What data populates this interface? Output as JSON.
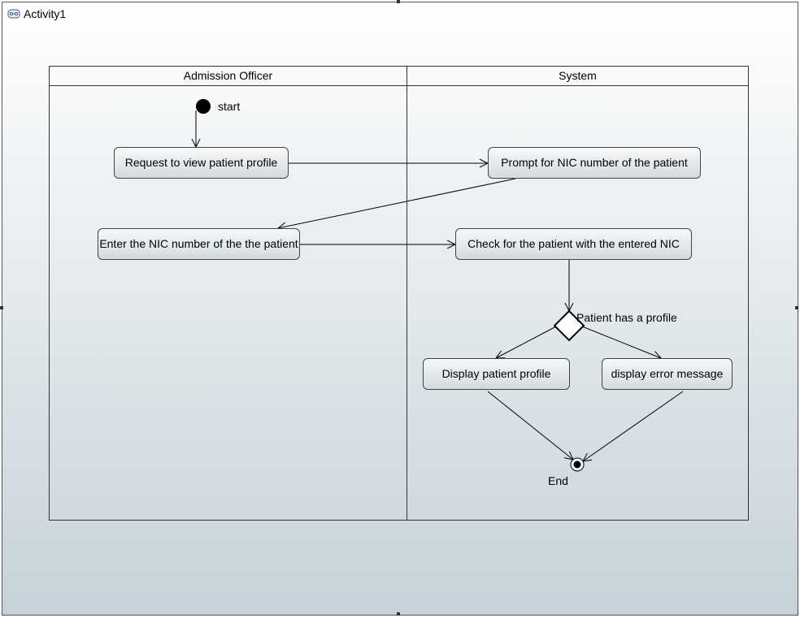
{
  "window": {
    "title": "Activity1",
    "icon": "activity-diagram-icon"
  },
  "lanes": {
    "left": "Admission Officer",
    "right": "System"
  },
  "nodes": {
    "start": "start",
    "request_profile": "Request to view patient profile",
    "prompt_nic": "Prompt for NIC number of the patient",
    "enter_nic": "Enter the NIC number of the the patient",
    "check_patient": "Check for the patient with the entered NIC",
    "decision": "Patient has a profile",
    "display_profile": "Display patient profile",
    "display_error": "display error message",
    "end": "End"
  }
}
